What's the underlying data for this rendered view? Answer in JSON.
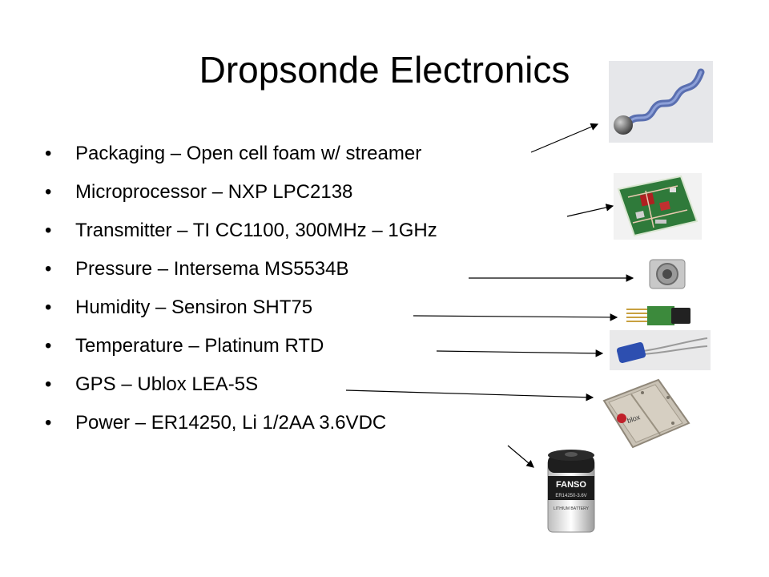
{
  "slide": {
    "title": "Dropsonde Electronics",
    "bullet_symbol": "•",
    "bullets": [
      "Packaging – Open cell foam w/ streamer",
      "Microprocessor – NXP LPC2138",
      "Transmitter – TI CC1100, 300MHz – 1GHz",
      "Pressure – Intersema MS5534B",
      "Humidity – Sensiron SHT75",
      "Temperature –  Platinum RTD",
      "GPS – Ublox LEA-5S",
      "Power – ER14250, Li 1/2AA 3.6VDC"
    ]
  },
  "photos": {
    "gps_logo_text": "blox",
    "battery_brand": "FANSO",
    "battery_model": "ER14250-3.6V",
    "battery_type": "LITHIUM BATTERY"
  },
  "colors": {
    "text": "#000000",
    "background": "#ffffff",
    "pcb_green": "#2f7a3a",
    "streamer_blue": "#5a6fb0",
    "rtd_blue": "#2d4fb0"
  }
}
